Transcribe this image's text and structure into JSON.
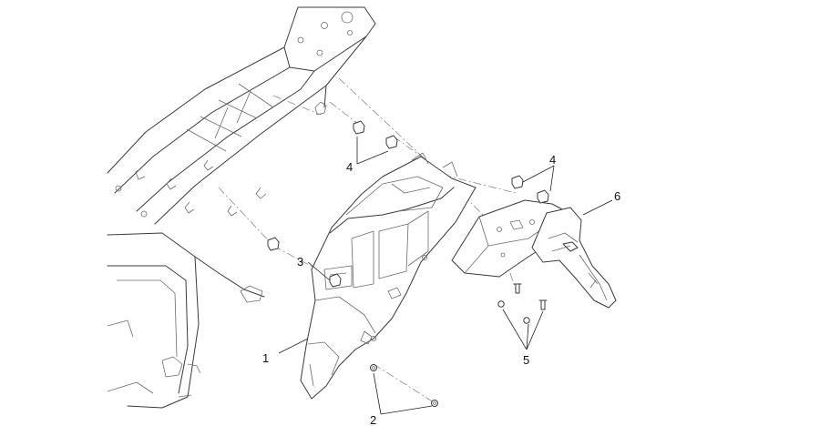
{
  "callouts": {
    "c1": "1",
    "c2": "2",
    "c3": "3",
    "c4a": "4",
    "c4b": "4",
    "c5": "5",
    "c6": "6"
  },
  "colors": {
    "line": "#3a3a3a",
    "text": "#111111",
    "background": "#ffffff"
  }
}
